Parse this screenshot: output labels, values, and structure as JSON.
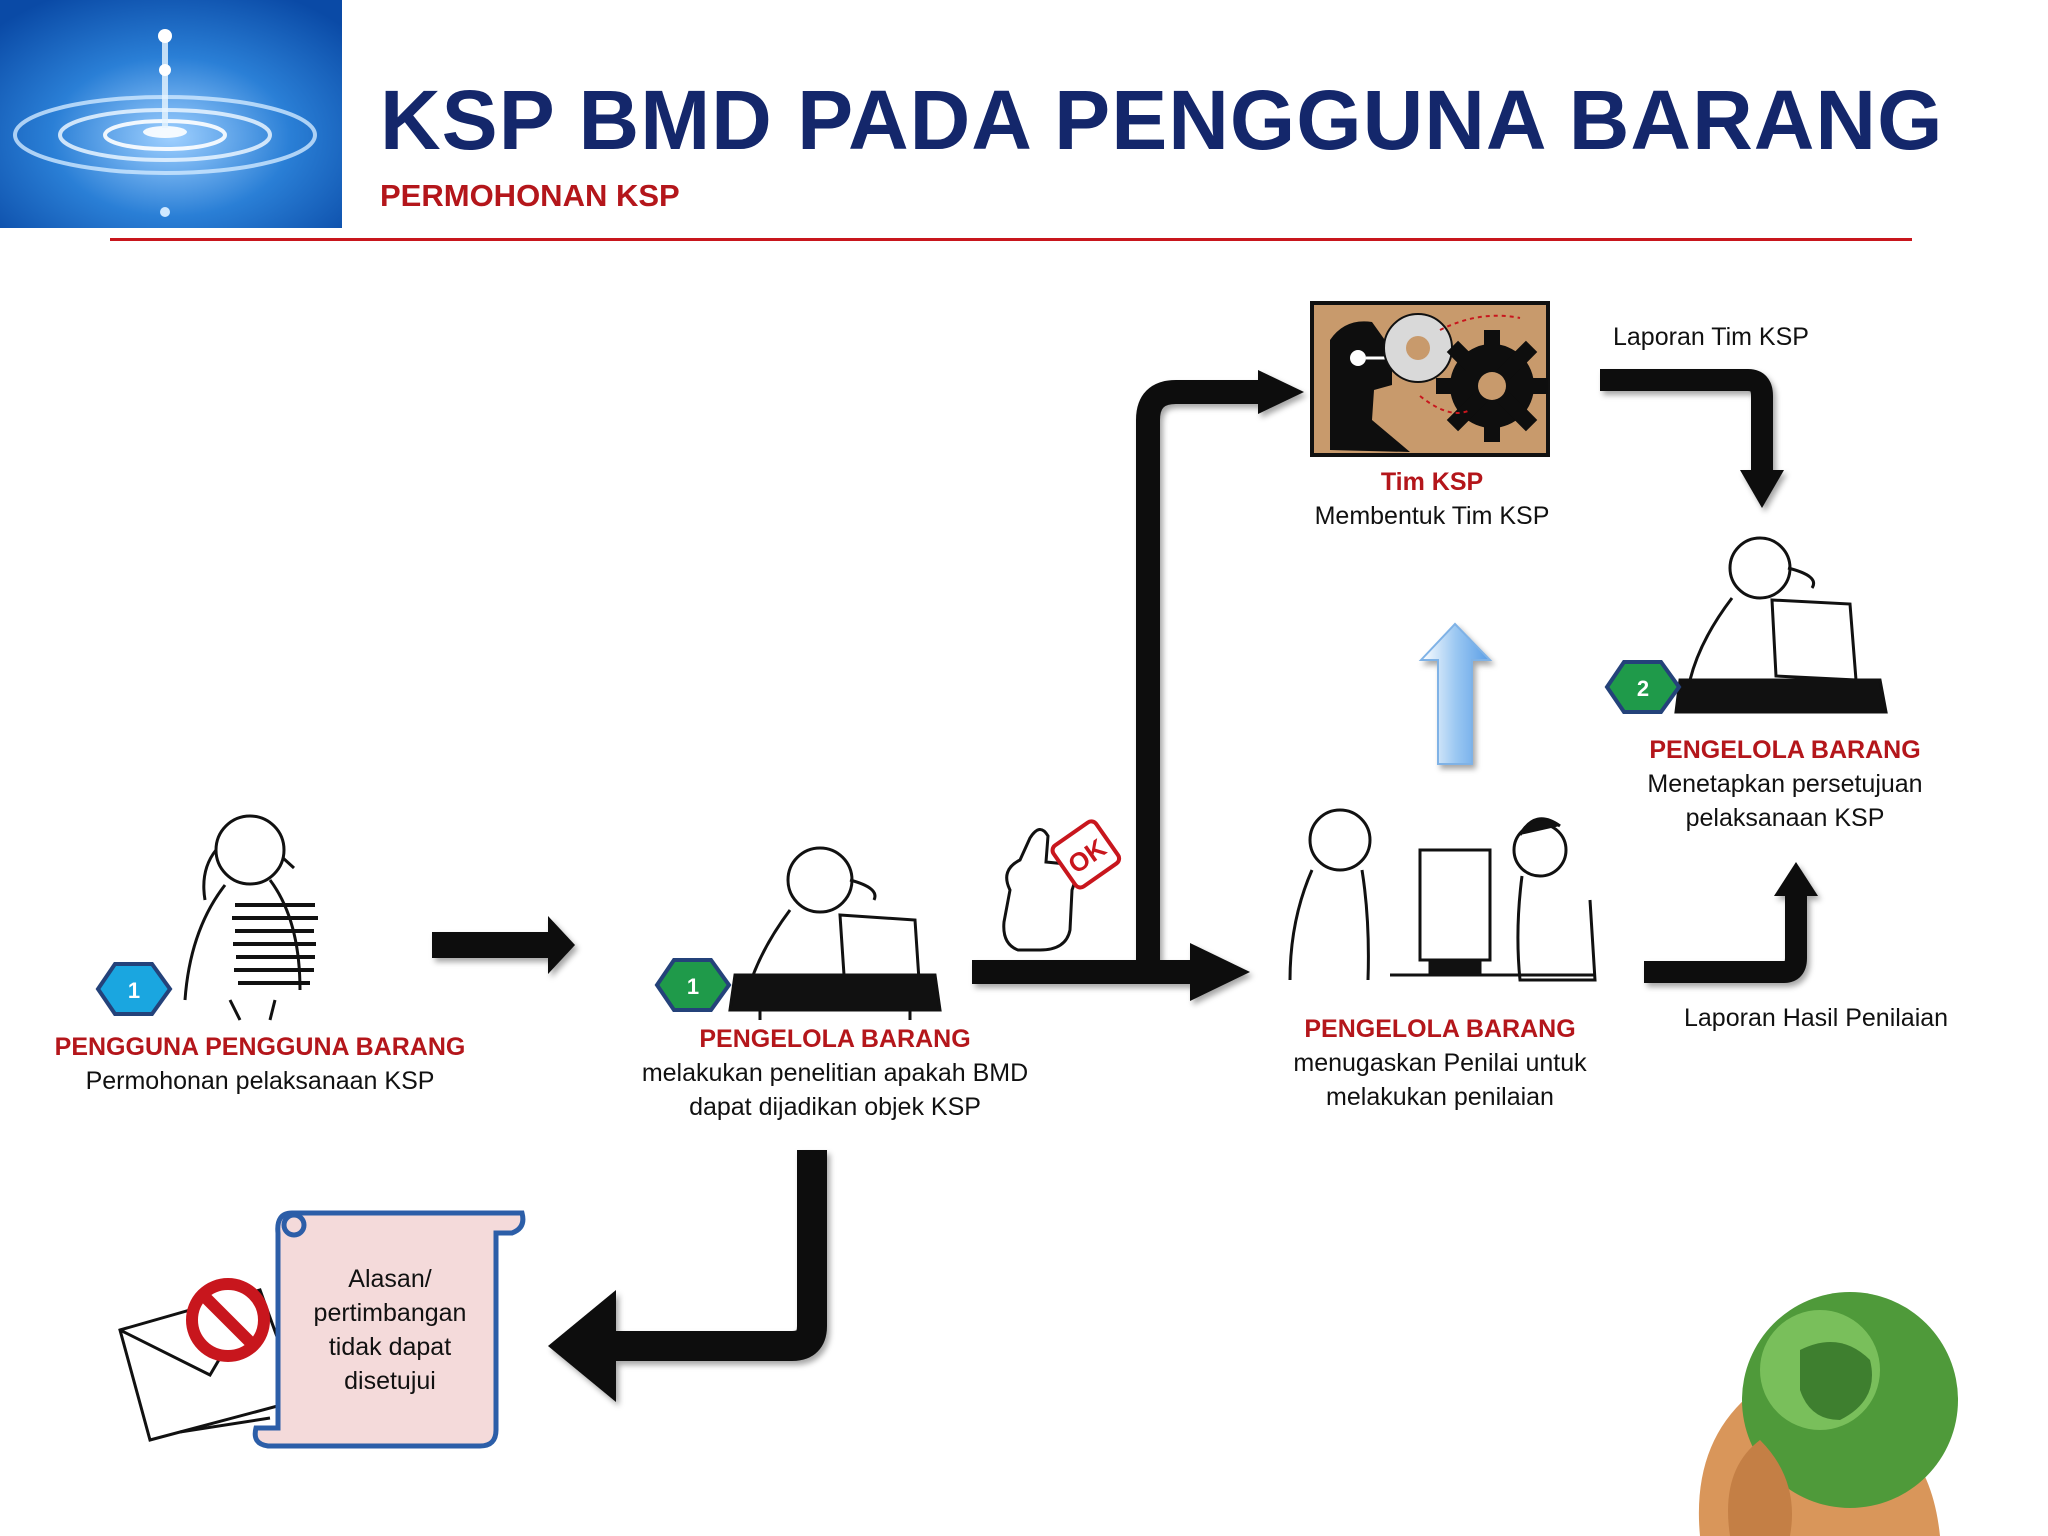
{
  "header": {
    "title": "KSP BMD PADA PENGGUNA BARANG",
    "subtitle": "PERMOHONAN KSP"
  },
  "steps": {
    "pengguna": {
      "badge": "1",
      "heading": "PENGGUNA PENGGUNA BARANG",
      "text": "Permohonan pelaksanaan KSP"
    },
    "pengelola_research": {
      "badge": "1",
      "heading": "PENGELOLA BARANG",
      "line1": "melakukan penelitian apakah BMD",
      "line2": "dapat dijadikan objek KSP"
    },
    "tim_ksp": {
      "heading": "Tim KSP",
      "text": "Membentuk Tim KSP"
    },
    "pengelola_assign": {
      "heading": "PENGELOLA BARANG",
      "line1": "menugaskan Penilai untuk",
      "line2": "melakukan penilaian"
    },
    "pengelola_approve": {
      "badge": "2",
      "heading": "PENGELOLA BARANG",
      "line1": "Menetapkan persetujuan",
      "line2": "pelaksanaan KSP"
    }
  },
  "labels": {
    "laporan_tim": "Laporan Tim KSP",
    "laporan_hasil": "Laporan Hasil Penilaian"
  },
  "rejection": {
    "line1": "Alasan/",
    "line2": "pertimbangan",
    "line3": "tidak dapat",
    "line4": "disetujui"
  },
  "stamp_text": "OK",
  "colors": {
    "title": "#14276b",
    "accent_red": "#b4161b",
    "badge_blue": "#1aa6e0",
    "badge_green": "#1f9a4a",
    "badge_border": "#24427a",
    "scroll_fill": "#f4dada",
    "scroll_border": "#2c5ea8",
    "arrow": "#0a0a0a"
  },
  "icons": [
    "water-drop-icon",
    "globe-in-hand-icon",
    "no-entry-icon",
    "thumbs-up-ok-icon",
    "gears-icon"
  ]
}
